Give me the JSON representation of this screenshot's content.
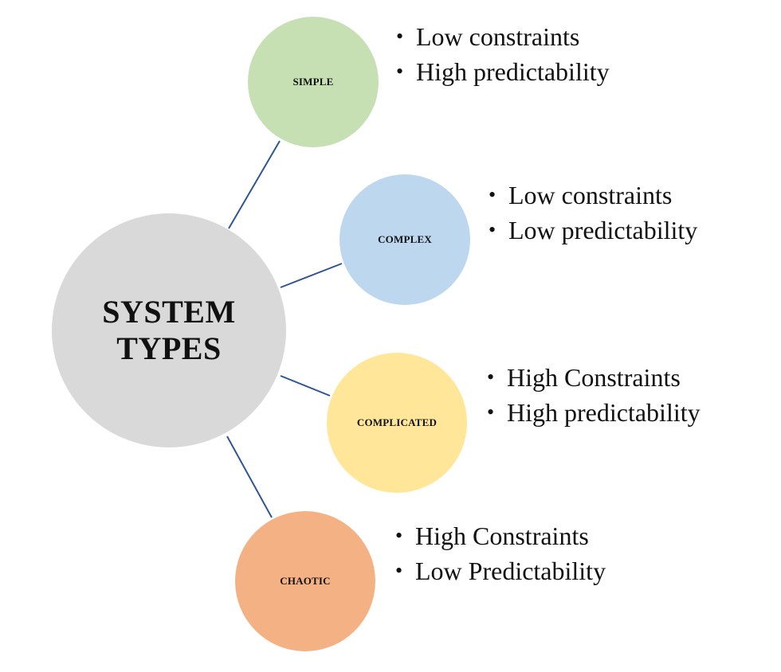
{
  "hub": {
    "title": "SYSTEM TYPES"
  },
  "nodes": [
    {
      "label": "SIMPLE",
      "points": [
        "Low constraints",
        "High predictability"
      ]
    },
    {
      "label": "COMPLEX",
      "points": [
        "Low constraints",
        "Low predictability"
      ]
    },
    {
      "label": "COMPLICATED",
      "points": [
        "High Constraints",
        "High predictability"
      ]
    },
    {
      "label": "CHAOTIC",
      "points": [
        "High Constraints",
        "Low Predictability"
      ]
    }
  ],
  "colors": {
    "hub": "#d9d9d9",
    "simple": "#c6e0b4",
    "complex": "#bdd7ee",
    "complicated": "#ffe699",
    "chaotic": "#f4b183",
    "connector": "#2f5597"
  }
}
